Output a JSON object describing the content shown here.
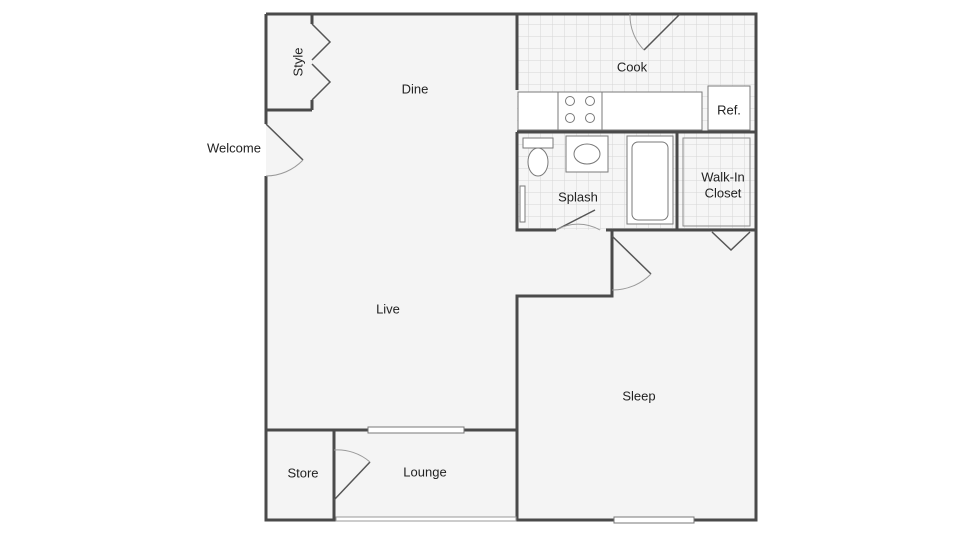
{
  "colors": {
    "wall": "#4a4a4a",
    "floor": "#f4f4f4",
    "tile_grid": "#d6d6d6",
    "fixture": "#ffffff"
  },
  "rooms": {
    "style": "Style",
    "dine": "Dine",
    "cook": "Cook",
    "ref": "Ref.",
    "welcome": "Welcome",
    "splash": "Splash",
    "walk_in_line1": "Walk-In",
    "walk_in_line2": "Closet",
    "live": "Live",
    "sleep": "Sleep",
    "store": "Store",
    "lounge": "Lounge"
  }
}
